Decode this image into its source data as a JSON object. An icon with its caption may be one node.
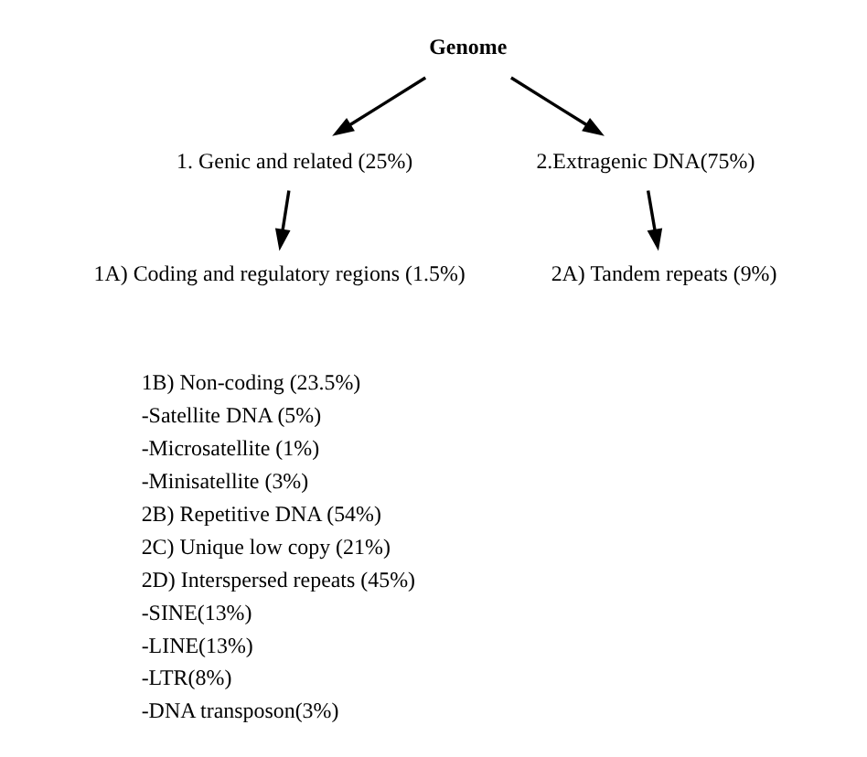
{
  "diagram": {
    "nodes": [
      {
        "text": [
          "Genome"
        ]
      },
      {
        "text": [
          "1. Genic and related (25%)"
        ]
      },
      {
        "text": [
          "2.Extragenic DNA(75%)"
        ]
      },
      {
        "text": [
          "1A) Coding and regulatory regions (1.5%)"
        ]
      },
      {
        "text": [
          "2A) Tandem repeats (9%)"
        ]
      }
    ],
    "edges": [
      {
        "from": 0,
        "to": 1,
        "arrow": "to"
      },
      {
        "from": 0,
        "to": 2,
        "arrow": "to"
      },
      {
        "from": 1,
        "to": 3,
        "arrow": "to"
      },
      {
        "from": 2,
        "to": 4,
        "arrow": "to"
      }
    ],
    "labels": [
      "1B) Non-coding (23.5%)",
      "-Satellite DNA (5%)",
      "-Microsatellite (1%)",
      "-Minisatellite (3%)",
      "2B) Repetitive DNA (54%)",
      "2C) Unique low copy (21%)",
      "2D) Interspersed repeats (45%)",
      "-SINE(13%)",
      "-LINE(13%)",
      "-LTR(8%)",
      "-DNA transposon(3%)"
    ]
  }
}
